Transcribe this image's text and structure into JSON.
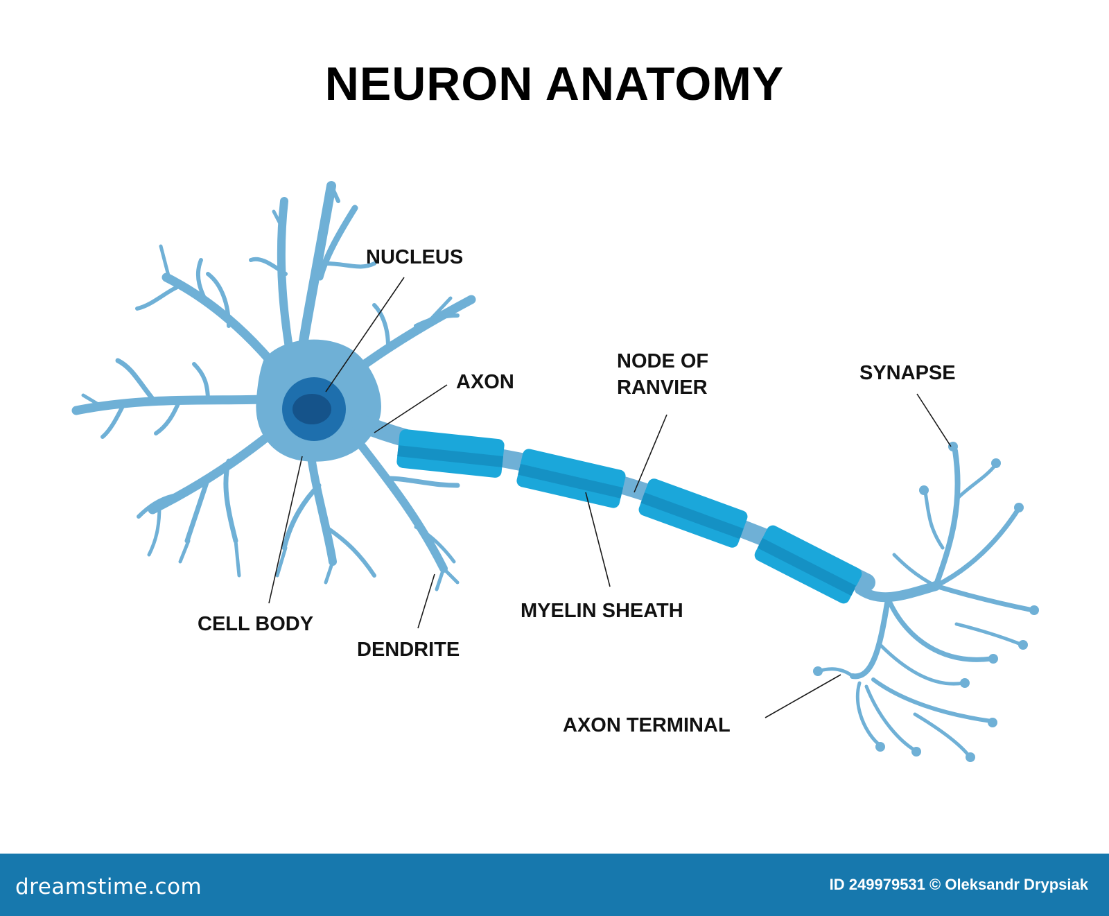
{
  "title": "NEURON ANATOMY",
  "labels": {
    "nucleus": "NUCLEUS",
    "axon": "AXON",
    "node_of_ranvier_line1": "NODE OF",
    "node_of_ranvier_line2": "RANVIER",
    "synapse": "SYNAPSE",
    "cell_body": "CELL BODY",
    "dendrite": "DENDRITE",
    "myelin_sheath": "MYELIN SHEATH",
    "axon_terminal": "AXON TERMINAL"
  },
  "footer": {
    "logo": "dreamstime.com",
    "image_id": "ID 249979531 © Oleksandr Drypsiak"
  },
  "colors": {
    "neuron": "#6fb0d6",
    "nucleus_outer": "#1e6fad",
    "nucleus_inner": "#15538a",
    "myelin": "#1ba7da",
    "myelin_band": "#1591c4",
    "footer": "#1778ad"
  }
}
